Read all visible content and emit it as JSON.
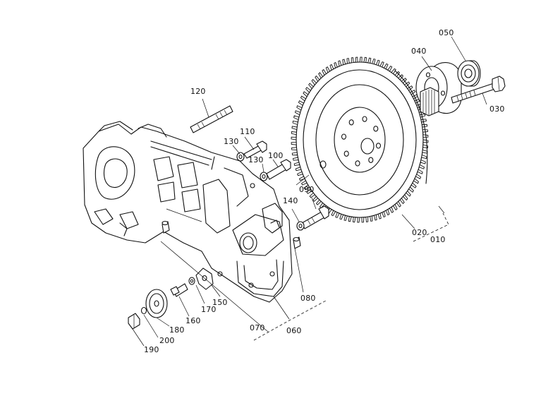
{
  "callouts": {
    "c010": "010",
    "c020": "020",
    "c030": "030",
    "c040": "040",
    "c050": "050",
    "c060": "060",
    "c070": "070",
    "c080": "080",
    "c090": "090",
    "c100": "100",
    "c110": "110",
    "c120": "120",
    "c130a": "130",
    "c130b": "130",
    "c140": "140",
    "c150": "150",
    "c160": "160",
    "c170": "170",
    "c180": "180",
    "c190": "190",
    "c200": "200"
  },
  "flywheel": {
    "ring_teeth": 96
  }
}
